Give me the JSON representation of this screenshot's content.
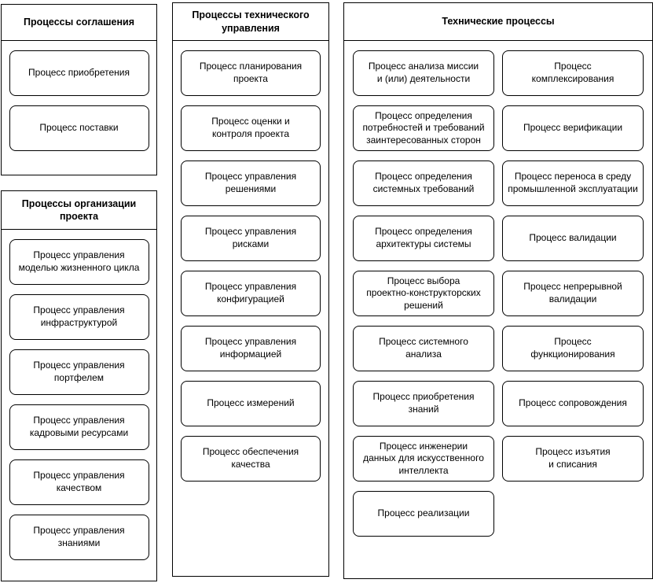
{
  "page": {
    "background": "#ffffff",
    "border_color": "#000000",
    "text_color": "#000000"
  },
  "groups": [
    {
      "id": "agreement",
      "title": "Процессы соглашения",
      "boxes": [
        "Процесс приобретения",
        "Процесс поставки"
      ]
    },
    {
      "id": "project-organization",
      "title": "Процессы организации\nпроекта",
      "boxes": [
        "Процесс управления\nмоделью жизненного цикла",
        "Процесс управления\nинфраструктурой",
        "Процесс управления\nпортфелем",
        "Процесс управления\nкадровыми ресурсами",
        "Процесс управления\nкачеством",
        "Процесс управления\nзнаниями"
      ]
    },
    {
      "id": "technical-management",
      "title": "Процессы технического\nуправления",
      "boxes": [
        "Процесс планирования\nпроекта",
        "Процесс оценки и\nконтроля проекта",
        "Процесс управления\nрешениями",
        "Процесс управления\nрисками",
        "Процесс управления\nконфигурацией",
        "Процесс управления\nинформацией",
        "Процесс измерений",
        "Процесс обеспечения\nкачества"
      ]
    },
    {
      "id": "technical",
      "title": "Технические процессы",
      "columns": [
        [
          "Процесс анализа миссии\nи (или) деятельности",
          "Процесс определения\nпотребностей и требований\nзаинтересованных сторон",
          "Процесс определения\nсистемных требований",
          "Процесс определения\nархитектуры системы",
          "Процесс выбора\nпроектно-конструкторских\nрешений",
          "Процесс системного\nанализа",
          "Процесс приобретения\nзнаний",
          "Процесс инженерии\nданных для искусственного\nинтеллекта",
          "Процесс реализации"
        ],
        [
          "Процесс\nкомплексирования",
          "Процесс верификации",
          "Процесс переноса в среду\nпромышленной эксплуатации",
          "Процесс валидации",
          "Процесс непрерывной\nвалидации",
          "Процесс\nфункционирования",
          "Процесс сопровождения",
          "Процесс изъятия\nи списания"
        ]
      ]
    }
  ]
}
